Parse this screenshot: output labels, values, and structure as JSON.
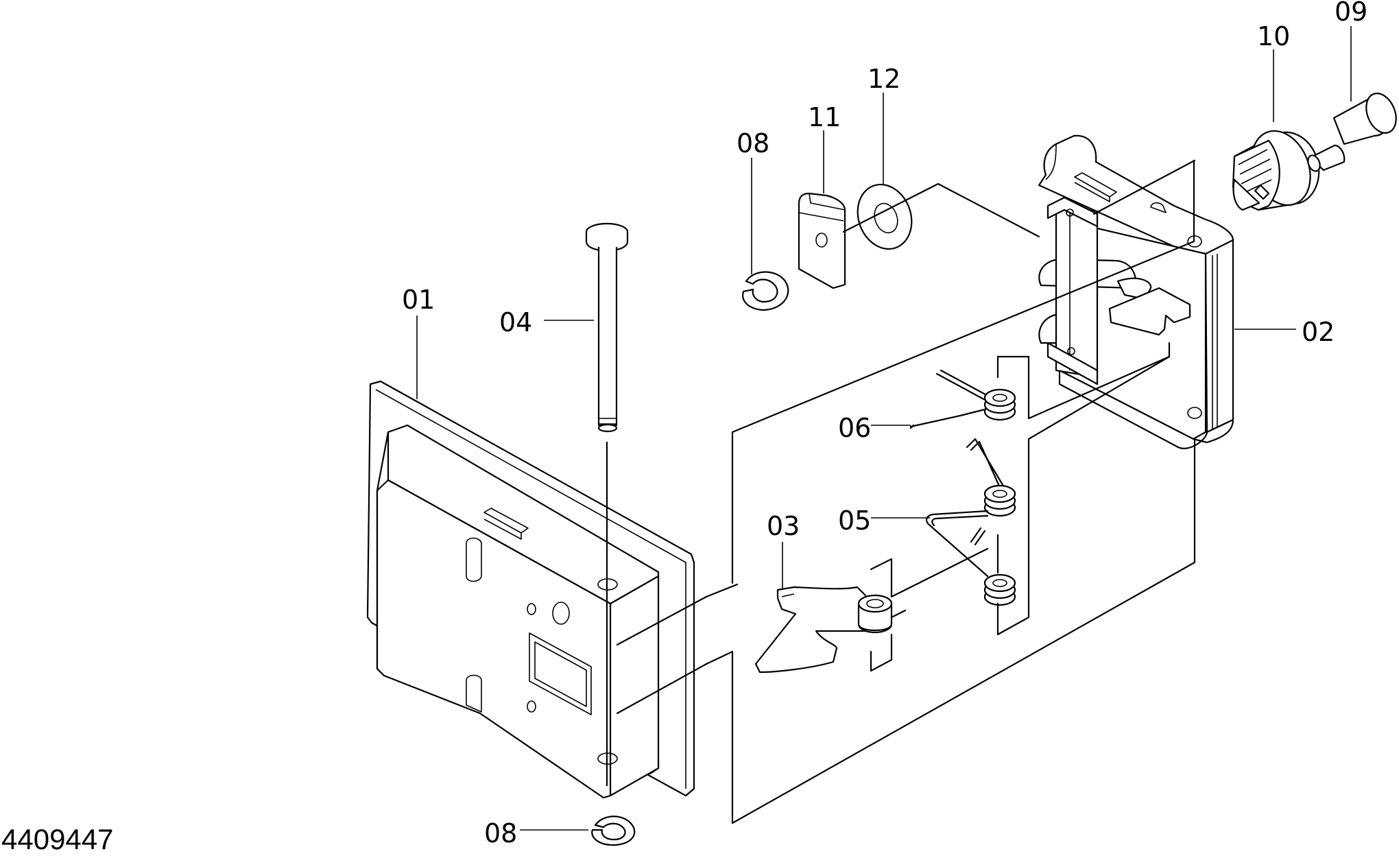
{
  "figure_number": "4409447",
  "callouts": [
    {
      "id": "01",
      "label": "01",
      "part": "lock-housing"
    },
    {
      "id": "02",
      "label": "02",
      "part": "lock-bracket"
    },
    {
      "id": "03",
      "label": "03",
      "part": "latch-pawl"
    },
    {
      "id": "04",
      "label": "04",
      "part": "pivot-pin"
    },
    {
      "id": "05",
      "label": "05",
      "part": "pawl-torsion-spring"
    },
    {
      "id": "06",
      "label": "06",
      "part": "torsion-spring"
    },
    {
      "id": "08a",
      "label": "08",
      "part": "e-ring-upper"
    },
    {
      "id": "08b",
      "label": "08",
      "part": "e-ring-lower"
    },
    {
      "id": "09",
      "label": "09",
      "part": "cylinder-screw"
    },
    {
      "id": "10",
      "label": "10",
      "part": "lock-cylinder"
    },
    {
      "id": "11",
      "label": "11",
      "part": "clip-plate"
    },
    {
      "id": "12",
      "label": "12",
      "part": "washer"
    }
  ]
}
